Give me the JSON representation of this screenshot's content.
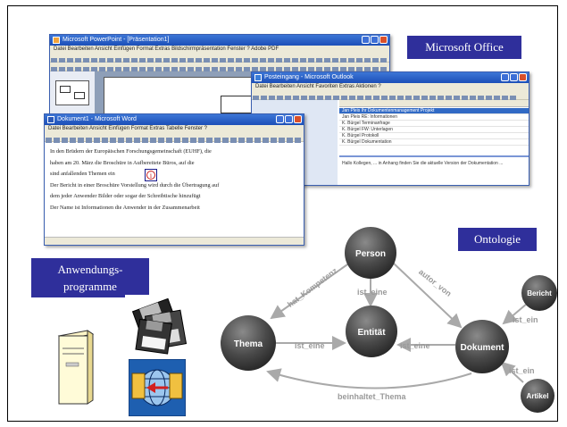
{
  "labels": {
    "office": "Microsoft Office",
    "ontology": "Ontologie",
    "apps_line1": "Anwendungs-",
    "apps_line2": "programme"
  },
  "powerpoint": {
    "title": "Microsoft PowerPoint - [Präsentation1]",
    "menu": "Datei  Bearbeiten  Ansicht  Einfügen  Format  Extras  Bildschirmpräsentation  Fenster  ?  Adobe PDF"
  },
  "outlook": {
    "title": "Posteingang - Microsoft Outlook",
    "menu": "Datei  Bearbeiten  Ansicht  Favoriten  Extras  Aktionen  ?",
    "rows": [
      "Jan Pleis    Ihr Dokumentenmanagement Projekt",
      "Jan Pleis    RE: Informationen",
      "K. Bürgel    Terminanfrage",
      "K. Bürgel    FW: Unterlagen",
      "K. Bürgel    Protokoll",
      "K. Bürgel    Dokumentation"
    ],
    "preview": "Hallo Kollegen,  ... in Anhang finden Sie die aktuelle Version der Dokumentation ..."
  },
  "word": {
    "title": "Dokument1 - Microsoft Word",
    "menu": "Datei  Bearbeiten  Ansicht  Einfügen  Format  Extras  Tabelle  Fenster  ?",
    "lines": [
      "In den Brüdern der Europäischen Forschungsgemeinschaft (EUHF), die",
      "haben am 20. März die Broschüre in Aufbereitete Büros, auf die",
      "sind anfallenden Themen ein",
      "Der Bericht in einer Broschüre Vorstellung wird durch die Übertragung auf",
      "dem jeder Anwender Bilder oder sogar der Schreibtische hinzufügt",
      "Der Name ist Informationen die Anwender in der Zusammenarbeit"
    ]
  },
  "ontology": {
    "nodes": {
      "person": "Person",
      "thema": "Thema",
      "entitaet": "Entität",
      "dokument": "Dokument",
      "bericht": "Bericht",
      "artikel": "Artikel"
    },
    "edges": {
      "hat_kompetenz": "hat_Kompetenz",
      "person_ist_eine": "ist_eine",
      "autor_von": "autor_von",
      "thema_ist_eine": "ist_eine",
      "dokument_ist_eine": "ist_eine",
      "bericht_ist_ein": "ist_ein",
      "artikel_ist_ein": "ist_ein",
      "beinhaltet_thema": "beinhaltet_Thema"
    }
  },
  "icons": {
    "server": "server-icon",
    "floppy": "floppy-disks-icon",
    "network": "network-globe-icon"
  },
  "colors": {
    "label_bg": "#2f2f9b",
    "node_dark": "#4a4a4a",
    "edge": "#a9a9a9"
  }
}
